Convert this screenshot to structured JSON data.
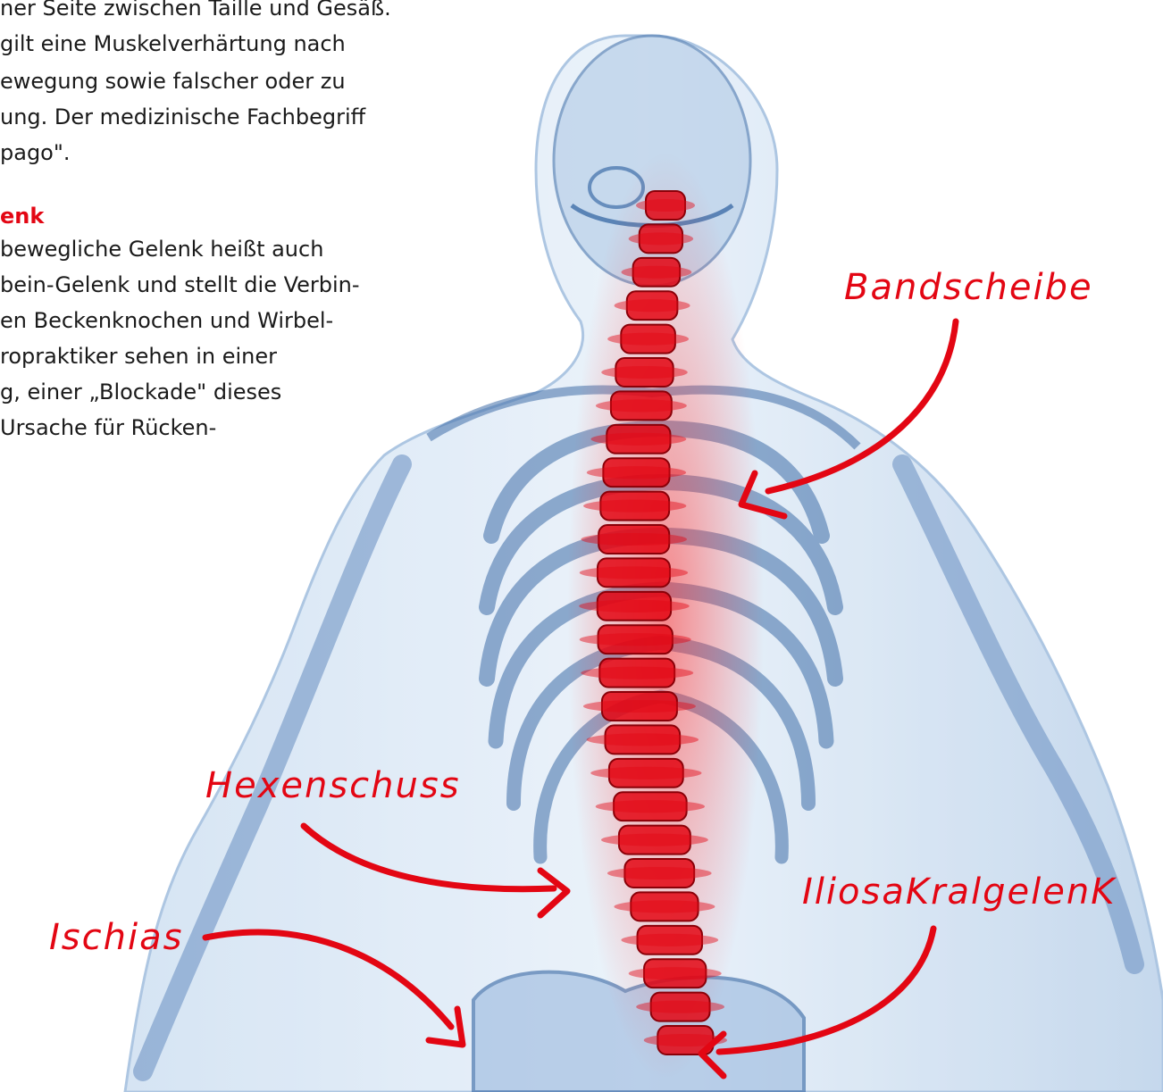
{
  "article": {
    "lines_top": [
      "ner Seite zwischen Taille und Gesäß.",
      "gilt eine Muskelverhärtung nach",
      "ewegung sowie falscher oder zu",
      "ung. Der medizinische Fachbegriff",
      "pago\"."
    ],
    "section_heading": "enk",
    "lines_section": [
      " bewegliche Gelenk heißt auch",
      "bein-Gelenk und stellt die Verbin-",
      "en Beckenknochen und Wirbel-",
      "ropraktiker sehen in einer",
      "g, einer „Blockade\" dieses",
      " Ursache für Rücken-"
    ]
  },
  "annotations": {
    "bandscheibe": "Bandscheibe",
    "hexenschuss": "Hexenschuss",
    "iliosakralgelenk": "IliosaKralgelenK",
    "ischias": "Ischias"
  },
  "colors": {
    "accent_red": "#e30613",
    "body_blue": "#8fb3d9",
    "bone_blue": "#3f6ea8"
  }
}
